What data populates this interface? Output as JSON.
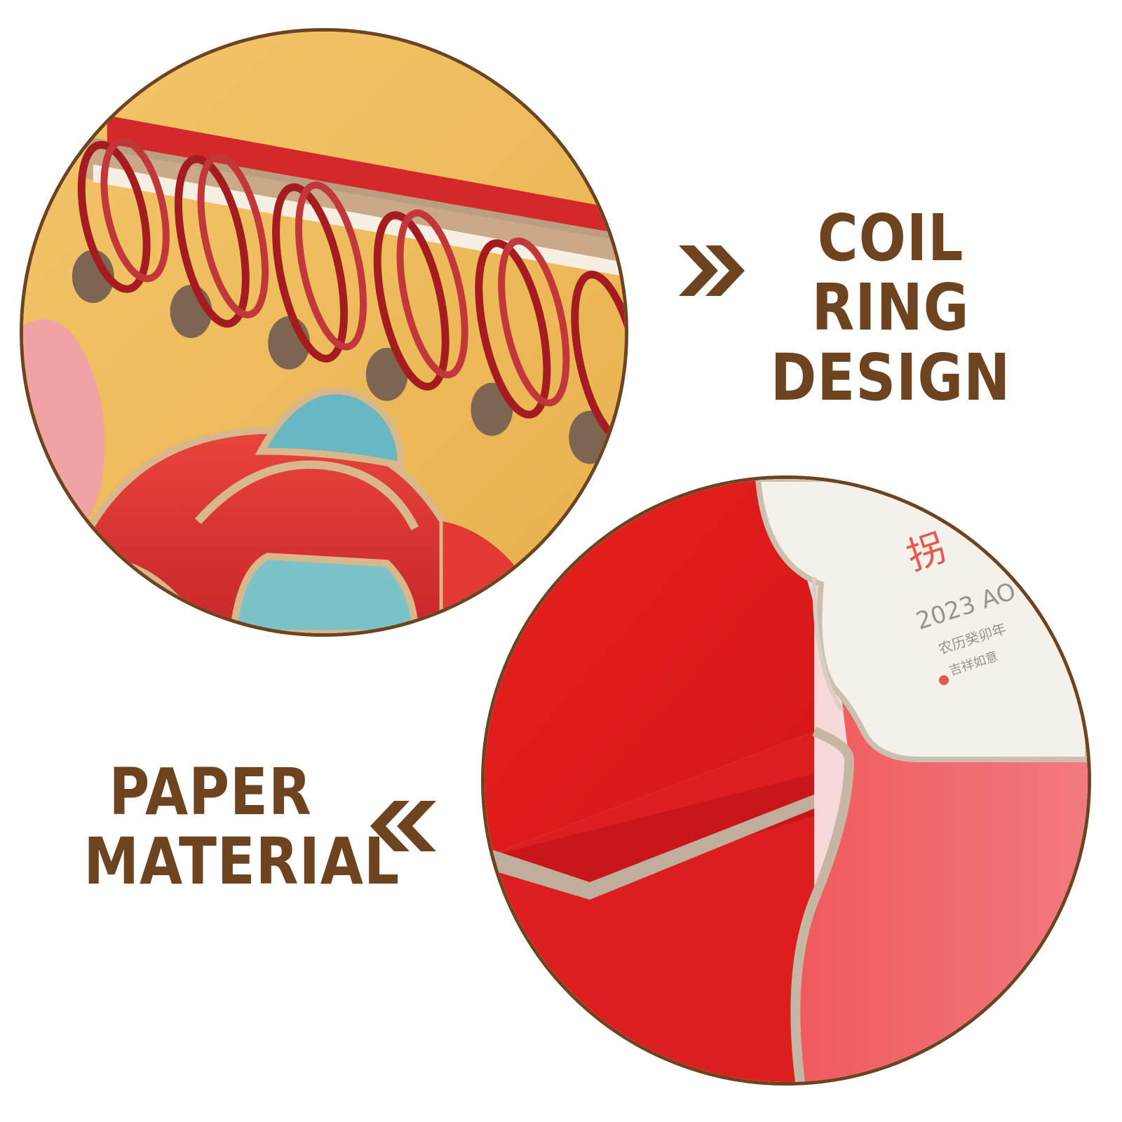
{
  "colors": {
    "accent": "#6e4420",
    "background": "#ffffff",
    "calendar_red": "#e0201c",
    "coil_red": "#a51c20",
    "cover_yellow": "#f0c062"
  },
  "features": [
    {
      "line1": "COIL RING",
      "line2": "DESIGN",
      "arrow": "chevrons-right-icon"
    },
    {
      "line1": "PAPER",
      "line2": "MATERIAL",
      "arrow": "chevrons-left-icon"
    }
  ],
  "calendar_print": {
    "glyph": "拐",
    "year_line": "2023 AO",
    "line_a": "农历癸卯年",
    "line_b": "吉祥如意"
  }
}
